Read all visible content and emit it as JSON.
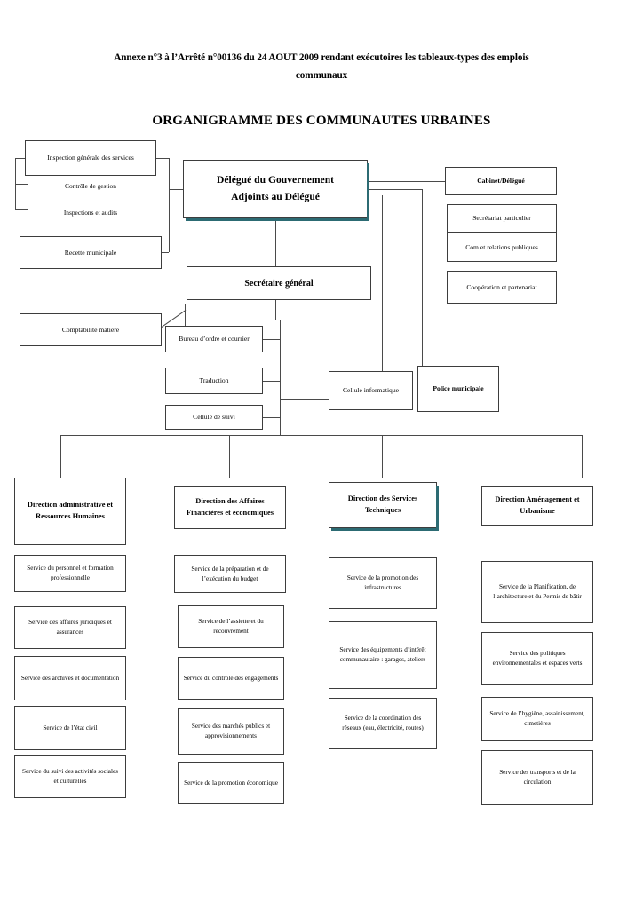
{
  "document": {
    "subtitle": "Annexe n°3 à l’Arrêté n°00136 du 24 AOUT 2009 rendant exécutoires les tableaux-types des emplois communaux",
    "title": "ORGANIGRAMME DES COMMUNAUTES URBAINES"
  },
  "colors": {
    "box_border": "#3d3d3d",
    "connector": "#4a4a4a",
    "shadow_accent": "#2c6b73",
    "background": "#ffffff"
  },
  "executive": {
    "head": "Délégué du Gouvernement\nAdjoints au Délégué",
    "head_line1": "Délégué du Gouvernement",
    "head_line2": "Adjoints au Délégué",
    "secretary_general": "Secrétaire général"
  },
  "left_column": {
    "items": [
      {
        "label": "Inspection générale des services",
        "boxed": true
      },
      {
        "label": "Contrôle de gestion",
        "boxed": false
      },
      {
        "label": "Inspections et audits",
        "boxed": false
      },
      {
        "label": "Recette municipale",
        "boxed": true
      },
      {
        "label": "Comptabilité matière",
        "boxed": true
      }
    ]
  },
  "right_column": {
    "items": [
      {
        "label": "Cabinet/Délégué",
        "bold": true
      },
      {
        "label": "Secrétariat particulier",
        "bold": false
      },
      {
        "label": "Com et relations publiques",
        "bold": false
      },
      {
        "label": "Coopération et partenariat",
        "bold": false
      }
    ]
  },
  "support_units": {
    "items": [
      {
        "label": "Bureau d’ordre et courrier"
      },
      {
        "label": "Traduction"
      },
      {
        "label": "Cellule de suivi"
      }
    ],
    "it_unit": "Cellule informatique",
    "police_unit": "Police municipale"
  },
  "directions": [
    {
      "name": "Direction administrative et Ressources Humaines",
      "services": [
        "Service du personnel et formation professionnelle",
        "Service des affaires juridiques et assurances",
        "Service des archives et documentation",
        "Service de l’état civil",
        "Service du suivi des activités sociales et culturelles"
      ]
    },
    {
      "name": "Direction des Affaires Financières et économiques",
      "services": [
        "Service de la préparation et de l’exécution du budget",
        "Service de l’assiette et du recouvrement",
        "Service du contrôle des engagements",
        "Service des marchés publics et approvisionnements",
        "Service de la promotion économique"
      ]
    },
    {
      "name": "Direction des Services Techniques",
      "services": [
        "Service de la promotion des infrastructures",
        "Service des équipements d’intérêt communautaire : garages, ateliers",
        "Service de la coordination des réseaux (eau, électricité, routes)"
      ]
    },
    {
      "name": "Direction Aménagement et Urbanisme",
      "services": [
        "Service de la Planification, de l’architecture et du Permis de bâtir",
        "Service des politiques environnementales et espaces verts",
        "Service de l’hygiène, assainissement, cimetières",
        "Service des transports et de la circulation"
      ]
    }
  ]
}
